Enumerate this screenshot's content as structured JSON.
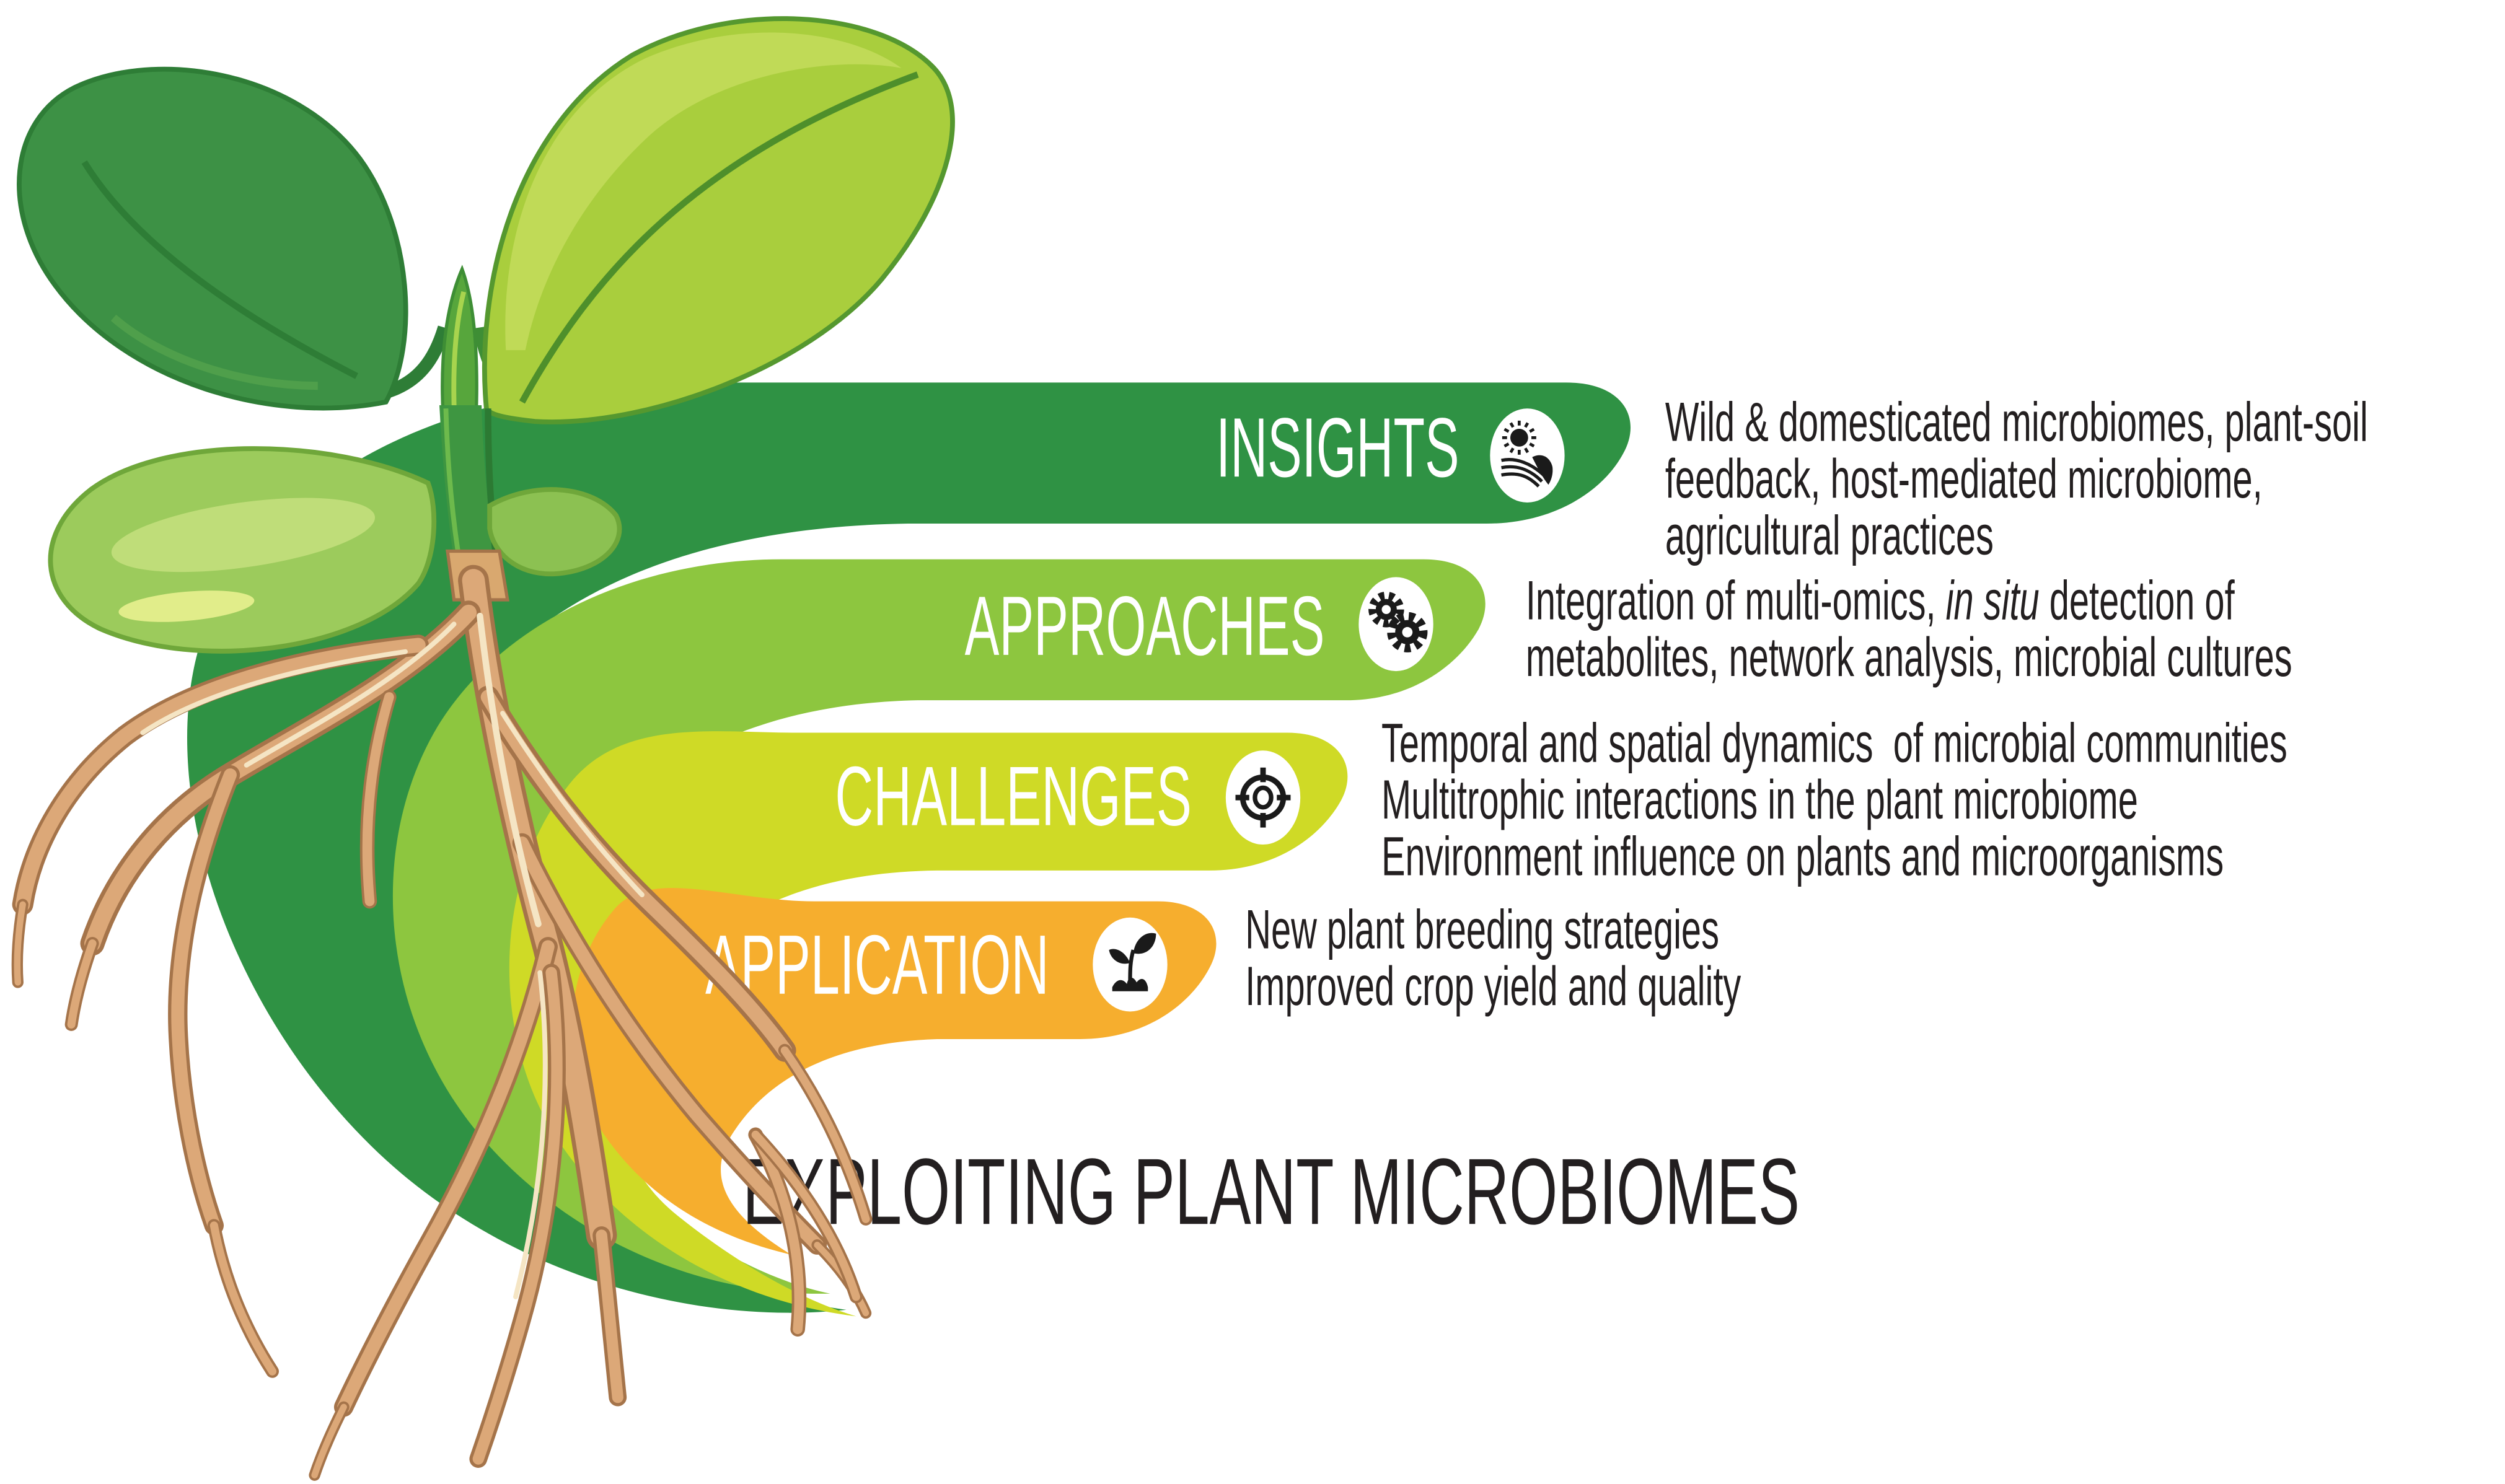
{
  "figure_title": "EXPLOITING PLANT MICROBIOMES",
  "colors": {
    "insights_band": "#2F9244",
    "approaches_band": "#8DC63F",
    "challenges_band": "#CFDA26",
    "application_band": "#F6AE2E",
    "label_text": "#FFFFFF",
    "text_dark": "#231F20"
  },
  "bands": [
    {
      "label": "INSIGHTS",
      "icon": "agriculture-field-sun",
      "description_lines": [
        "Wild & domesticated microbiomes, plant-soil",
        "feedback, host-mediated microbiome,",
        "agricultural practices"
      ]
    },
    {
      "label": "APPROACHES",
      "icon": "gears",
      "description_line1": {
        "pre": "Integration of multi-omics, ",
        "italic": "in situ",
        "post": " detection of"
      },
      "description_line2": "metabolites, network analysis, microbial cultures"
    },
    {
      "label": "CHALLENGES",
      "icon": "target",
      "description_lines": [
        "Temporal and spatial dynamics  of microbial communities",
        "Multitrophic interactions in the plant microbiome",
        "Environment influence on plants and microorganisms"
      ]
    },
    {
      "label": "APPLICATION",
      "icon": "seedling",
      "description_lines": [
        "New plant breeding strategies",
        "Improved crop yield and quality"
      ]
    }
  ]
}
